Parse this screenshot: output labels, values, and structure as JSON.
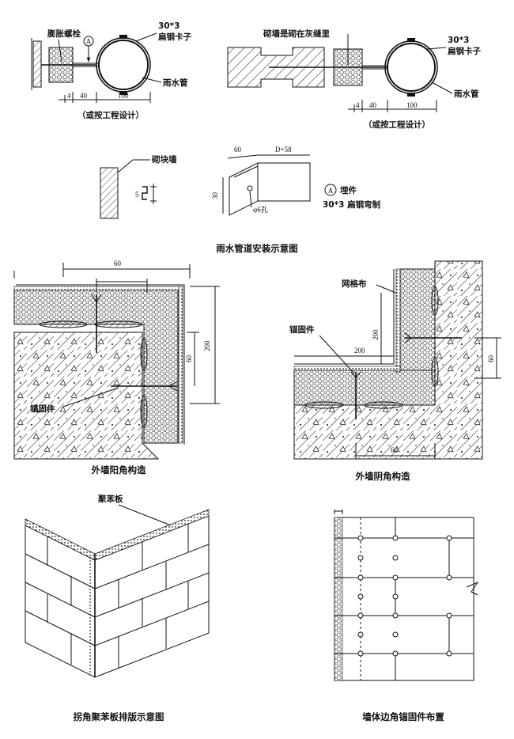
{
  "pipe_detail_1": {
    "label_bolt": "膨胀螺栓",
    "label_strap_size": "30*3",
    "label_strap": "扁钢卡子",
    "label_pipe": "雨水管",
    "marker": "A",
    "dim_a": "4",
    "dim_b": "40",
    "dim_c": "100",
    "note": "（或按工程设计）"
  },
  "pipe_detail_2": {
    "label_wall": "砌墙是砌在灰缝里",
    "label_strap_size": "30*3",
    "label_strap": "扁钢卡子",
    "label_pipe": "雨水管",
    "dim_a": "4",
    "dim_b": "40",
    "dim_c": "100",
    "note": "（或按工程设计）"
  },
  "block_wall": {
    "label": "砌块墙",
    "dim": "5"
  },
  "bracket": {
    "dim_a": "60",
    "dim_b": "D+58",
    "dim_c": "30",
    "hole": "φ6孔",
    "marker": "A",
    "label_embed": "埋件",
    "label_steel": "30*3 扁钢弯制"
  },
  "captions": {
    "pipe": "雨水管道安装示意图",
    "outer_corner": "外墙阳角构造",
    "inner_corner": "外墙阴角构造",
    "board_layout": "拐角聚苯板排版示意图",
    "anchor_layout": "墙体边角锚固件布置"
  },
  "outer_corner": {
    "dim_top": "60",
    "dim_right_outer": "200",
    "dim_right_inner": "60",
    "label_anchor": "锚固件"
  },
  "inner_corner": {
    "label_mesh": "网格布",
    "label_anchor": "锚固件",
    "dim_mid": "200",
    "dim_vert": "200",
    "dim_right": "60",
    "dim_bottom": "60"
  },
  "board_layout": {
    "label": "聚苯板"
  }
}
